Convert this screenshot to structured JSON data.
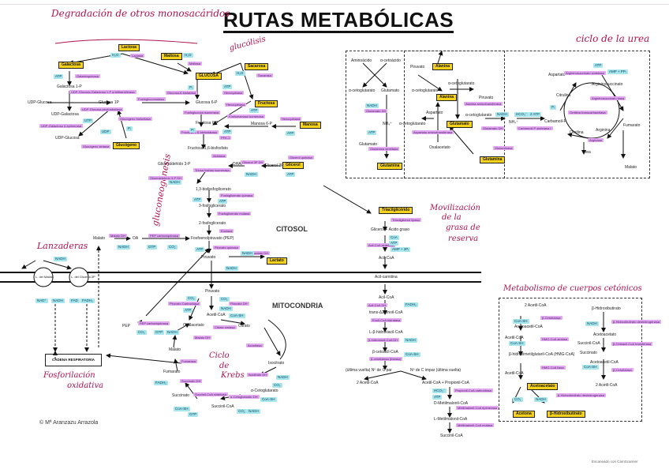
{
  "title": "RUTAS METABÓLICAS",
  "regions": {
    "cytosol": "CITOSOL",
    "mitochondria": "MITOCONDRIA"
  },
  "handwritten": {
    "degradation": "Degradación de otros monosacáridos",
    "glycolysis": "glucólisis",
    "gluconeogenesis": "gluconeogénesis",
    "urea_cycle": "ciclo de la urea",
    "shuttles": "Lanzaderas",
    "fat_mobilization": [
      "Movilización",
      "de la",
      "grasa de",
      "reserva"
    ],
    "krebs": [
      "Ciclo",
      "de",
      "Krebs"
    ],
    "oxphos": [
      "Fosforilación",
      "oxidativa"
    ],
    "ketone": "Metabolismo de cuerpos cetónicos"
  },
  "monosaccharides": {
    "lactosa": "Lactosa",
    "galactosa": "Galactosa",
    "maltosa": "Maltosa",
    "glucosa": "GLUCOSA",
    "sacarosa": "Sacarosa",
    "fructosa": "Fructosa",
    "manosa": "Manosa",
    "glucogeno": "Glucógeno",
    "glicerol": "Glicerol",
    "lactato": "Lactato",
    "triacilglicerido": "Triacilglicérido"
  },
  "metabolites": {
    "galactosa_1p": "Galactosa 1-P",
    "udp_glucosa": "UDP-Glucosa",
    "udp_galactosa": "UDP-Galactosa",
    "udp_glucosa2": "UDP-Glucosa",
    "glucosa_1p": "Glucosa 1P",
    "glucosa_6p": "Glucosa 6-P",
    "fructosa_6p": "Fructosa 6-P",
    "fructosa_16bp": "Fructosa 1,6-bisfosfato",
    "manosa_6p": "Manosa 6-P",
    "gliceraldehido": "Gliceraldehído 3-P",
    "dhap": "DHAP",
    "glicerol_3p": "Glicerol 3P",
    "bpg13": "1,3-bisfosfoglicerato",
    "pg3": "3-fosfoglicerato",
    "pg2": "2-fosfoglicerato",
    "pep": "Fosfoenolpiruvato (PEP)",
    "piruvato": "Piruvato",
    "malato_c": "Malato",
    "oa_c": "OA",
    "piruvato_m": "Piruvato",
    "acetil_coa": "Acetil-CoA",
    "oxalacetato": "Oxalacetato",
    "citrato": "Citrato",
    "isocitrato": "Isocitrato",
    "akg": "α-Cetoglutarato",
    "succinil_coa": "Succinil-CoA",
    "succinato": "Succinato",
    "fumarato": "Fumarato",
    "malato": "Malato",
    "pep_m": "PEP",
    "glicerol_ag": "Glicerol + Ácido graso",
    "acil_coa": "Acil-CoA",
    "acilcarnitina": "Acil-carnitina",
    "acil_coa_m": "Acil-CoA",
    "enoil_coa": "trans-Δ2-enoil-CoA",
    "hidroxiacil": "L-β-hidroxiacil-CoA",
    "cetoacil": "β-cetoacil-CoA",
    "par": "(última vuelta) Nº de C par",
    "impar": "Nº de C impar (última vuelta)",
    "acetil2": "2 Acetil-CoA",
    "acetil_prop": "Acetil-CoA + Propionil-CoA",
    "dmm": "D-Metilmalonil-CoA",
    "lmm": "L-Metilmalonil-CoA",
    "succ_coa2": "Succinil-CoA",
    "aminoacido": "Aminoácido",
    "acetoacido": "α-cetoácido",
    "piruvato_u": "Piruvato",
    "alanina_u": "Alanina",
    "akg_u": "α-cetoglutarato",
    "glutamato_u": "Glutamato",
    "akg_u2": "α-cetoglutarato",
    "nh4": "NH₄⁺",
    "glutamato_u2": "Glutamato",
    "glutamina_u": "Glutamina",
    "akg_u3": "α-cetoglutarato",
    "alanina2": "Alanina",
    "piruvato2": "Piruvato",
    "aspartato": "Aspartato",
    "akg_u4": "α-cetoglutarato",
    "glutamato3": "Glutamato",
    "akg_u5": "α-cetoglutarato",
    "nh4b": "NH₄⁺",
    "oxalacetato_u": "Oxalacetato",
    "glutamina2": "Glutamina",
    "carbamoil": "Carbamoil-P",
    "citrulina": "Citrulina",
    "aspartato2": "Aspartato",
    "argininosuccinato": "Argininosuccinato",
    "fumarato_u": "Fumarato",
    "arginina": "Arginina",
    "ornitina": "Ornitina",
    "urea": "Urea",
    "malato_u": "Malato",
    "acetil2_k": "2 Acetil-CoA",
    "acetoacetil": "Acetoacetil-CoA",
    "acetil_coa_k": "Acetil-CoA",
    "hmg": "β-hidroximetilglutaril-CoA (HMG-CoA)",
    "acetil_coa_k2": "Acetil-CoA",
    "acetoacetato": "Acetoacetato",
    "acetona": "Acetona",
    "bhb": "β-Hidroxibutirato",
    "bhb2": "β-Hidroxibutirato",
    "acetoacetato2": "Acetoacetato",
    "succ_coa_k": "Succinil-CoA",
    "succinato_k": "Succinato",
    "acetoacetil2": "Acetoacetil-CoA",
    "acetil2_k2": "2 Acetil-CoA"
  },
  "enzymes": {
    "lactasa": "Lactasa",
    "maltasa": "Maltasa",
    "galactoquinasa": "Galactoquinasa",
    "sacarasa": "Sacarasa",
    "udp_gal_transf": "UDP-Glucosa-Galactosa 1-P uridiltransferasa",
    "fosfoglucomutasa": "Fosfoglucomutasa",
    "glucosa6fosfatasa": "Glucosa-6-fosfatasa",
    "hexoquinasa": "Hexoquinasa",
    "udp_pirofosforilasa": "UDP-Glucosa pirofosforilasa",
    "udp_epimerasa": "UDP-Galactosa 4-epimerasa",
    "glucogeno_fosforilasa": "Glucógeno fosforilasa",
    "glucogeno_sintasa": "Glucógeno sintasa",
    "fosfoglucosa_isomerasa": "Fosfoglucosa isomerasa",
    "fructosa_bisfosfatasa": "Fructosa 1,6-bisfosfatasa",
    "pfk1": "PFK-1",
    "hexoquinasa2": "Hexoquinasa",
    "fosfomanosa_isom": "Fosfomanosa isomerasa",
    "hexoquinasa3": "Hexoquinasa",
    "aldolasa": "Aldolasa",
    "triosa_isom": "Triosa fosfato isomerasa",
    "glicerol3p_dh": "Glicerol 3P DH",
    "glicerol_quinasa": "Glicerol quinasa",
    "gapdh": "Gliceraldehído 3-P DH",
    "pgk": "Fosfoglicerato quinasa",
    "pgm": "Fosfoglicerato mutasa",
    "enolasa": "Enolasa",
    "pk": "Piruvato quinasa",
    "ldh": "Lactato DH",
    "malato_dh": "Malato DH",
    "pepck": "PEP carboxiquinasa",
    "piruvato_carb": "Piruvato Carboxilasa",
    "piruvato_dh": "Piruvato DH",
    "citrato_sint": "Citrato sintasa",
    "aconitasa": "Aconitasa",
    "isocitrato_dh": "Isocitrato DH",
    "akg_dh": "α-Cetoglutarato DH",
    "succ_coa_sint": "Succinil-CoA sintetasa",
    "succ_dh": "Succinato DH",
    "fumarasa": "Fumarasa",
    "malato_dh2": "Malato DH",
    "pepck2": "PEP carboxiquinasa",
    "lipasa": "Triacilglicerol lipasa",
    "acil_coa_sint": "Acil-CoA sintetasa",
    "acil_coa_dh": "Acil-CoA DH",
    "enoil_hidratasa": "Enoil-CoA hidratasa",
    "hidroxiacil_dh": "β-hidroxiacil-CoA DH",
    "tiolasa": "β-cetotiolasa (tiolasa)",
    "propionil_carb": "Propionil-CoA carboxilasa",
    "mm_epimerasa": "Metilmalonil-CoA epimerasa",
    "mm_mutasa": "Metilmalonil-CoA mutasa",
    "glutamato_dh": "Glutamato DH",
    "glutamina_sint": "Glutamina sintetasa",
    "alanina_amino": "Alanina aminotransferasa",
    "aspartato_amino": "Aspartato aminotransferasa",
    "glutamato_dh2": "Glutamato DH",
    "glutaminasa": "Glutaminasa",
    "carbamoil_sint": "Carbamoil-P sintetasa I",
    "ornitina_trans": "Ornitina transcarbamilasa",
    "as_sintetasa": "Argininosuccinato sintetasa",
    "as_liasa": "Argininosuccinato liasa",
    "arginasa": "Arginasa",
    "tiolasa_k": "β-Cetotiolasa",
    "hmg_sint": "HMG-CoA sintasa",
    "hmg_liasa": "HMG-CoA liasa",
    "bhb_dh": "β-Hidroxibutirato deshidrogenasa",
    "bhb_dh2": "β-Hidroxibutirato deshidrogenasa",
    "transferasa": "β-Cetoacil-CoA transferasa",
    "tiolasa_k2": "β-Cetotiolasa"
  },
  "cofactors": {
    "h2o_a": "H₂O",
    "h2o_b": "H₂O",
    "h2o_c": "H₂O",
    "atp_gal": "ATP",
    "pi_a": "Pᵢ",
    "atp_hk": "ATP",
    "utp": "UTP",
    "udp": "UDP",
    "pi_b": "Pᵢ",
    "pi_c": "Pᵢ",
    "atp_pfk": "ATP",
    "atp_fru": "ATP",
    "atp_man": "ATP",
    "nadh_g3p": "NADH",
    "atp_gk": "ATP",
    "nadh_gap": "NADH",
    "atp_pgk1": "ATP",
    "atp_pgk2": "ATP",
    "gtp": "GTP",
    "co2_pepck": "CO₂",
    "nadh_mdh": "NADH",
    "atp_pk": "ATP",
    "nadh_ldh": "NADH",
    "nadh_ldh2": "NADH",
    "co2_pc": "CO₂",
    "atp_pc": "ATP",
    "co2_pdh": "CO₂",
    "nadh_pdh": "NADH",
    "coa_sh": "CoA-SH",
    "nadh_idh": "NADH",
    "co2_idh": "CO₂",
    "coa_akg": "CoA-SH",
    "co2_akg": "CO₂",
    "nadh_akg": "NADH",
    "coash_scs": "CoA-SH",
    "gtp_scs": "GTP",
    "fadh2": "FADH₂",
    "nadh_mdh2": "NADH",
    "co2_pep2": "CO₂",
    "gtp_pep2": "GTP",
    "coa_ac": "CoA",
    "atp_ac": "ATP",
    "amp": "AMP + 2Pᵢ",
    "fadh2_b": "FADH₂",
    "nadh_b": "NADH",
    "coash_b": "CoA-SH",
    "hco3": "HCO₃⁻",
    "atp_prop": "ATP",
    "nadh_u": "NADH",
    "atp_u": "ATP",
    "nadh_u2": "NADH",
    "hco3_u": "HCO₃⁻",
    "atp2_u": "2 ATP",
    "pi_u": "Pᵢ",
    "atp_as": "ATP",
    "amp_pp": "AMP + PPᵢ",
    "coash_k1": "CoA-SH",
    "coash_k2": "CoA-SH",
    "co2_k": "CO₂",
    "nadh_k": "NADH",
    "nadh_k2": "NADH",
    "coash_k3": "CoA-SH",
    "nad_lanz": "NAD⁺",
    "nadh_lanz": "NADH",
    "fad_lanz": "FAD",
    "fadh2_lanz": "FADH₂",
    "nadh_top": "NADH"
  },
  "shuttles": {
    "malato": "L. del Malato",
    "glicerol": "L. del Glicerol-3P"
  },
  "respiratory_chain": "CADENA RESPIRATORIA",
  "author": "© Mª Aranzazu Arrazola",
  "scanner": "Escaneado con CamScanner"
}
